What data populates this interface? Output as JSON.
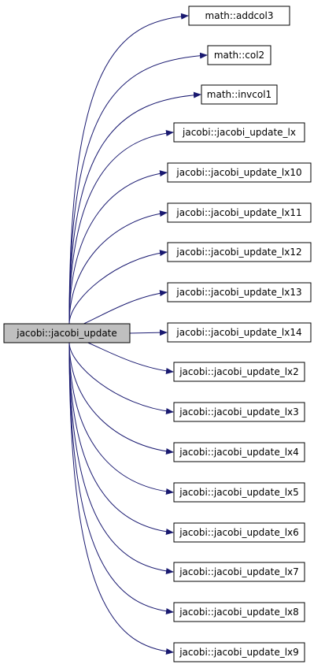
{
  "graph": {
    "root": {
      "label": "jacobi::jacobi_update",
      "fill": "#bfbfbf"
    },
    "edge_color": "#191970",
    "node_border": "#000000",
    "node_fill": "#ffffff",
    "callees": [
      {
        "id": "addcol3",
        "label": "math::addcol3"
      },
      {
        "id": "col2",
        "label": "math::col2"
      },
      {
        "id": "invcol1",
        "label": "math::invcol1"
      },
      {
        "id": "lx",
        "label": "jacobi::jacobi_update_lx"
      },
      {
        "id": "lx10",
        "label": "jacobi::jacobi_update_lx10"
      },
      {
        "id": "lx11",
        "label": "jacobi::jacobi_update_lx11"
      },
      {
        "id": "lx12",
        "label": "jacobi::jacobi_update_lx12"
      },
      {
        "id": "lx13",
        "label": "jacobi::jacobi_update_lx13"
      },
      {
        "id": "lx14",
        "label": "jacobi::jacobi_update_lx14"
      },
      {
        "id": "lx2",
        "label": "jacobi::jacobi_update_lx2"
      },
      {
        "id": "lx3",
        "label": "jacobi::jacobi_update_lx3"
      },
      {
        "id": "lx4",
        "label": "jacobi::jacobi_update_lx4"
      },
      {
        "id": "lx5",
        "label": "jacobi::jacobi_update_lx5"
      },
      {
        "id": "lx6",
        "label": "jacobi::jacobi_update_lx6"
      },
      {
        "id": "lx7",
        "label": "jacobi::jacobi_update_lx7"
      },
      {
        "id": "lx8",
        "label": "jacobi::jacobi_update_lx8"
      },
      {
        "id": "lx9",
        "label": "jacobi::jacobi_update_lx9"
      }
    ]
  }
}
